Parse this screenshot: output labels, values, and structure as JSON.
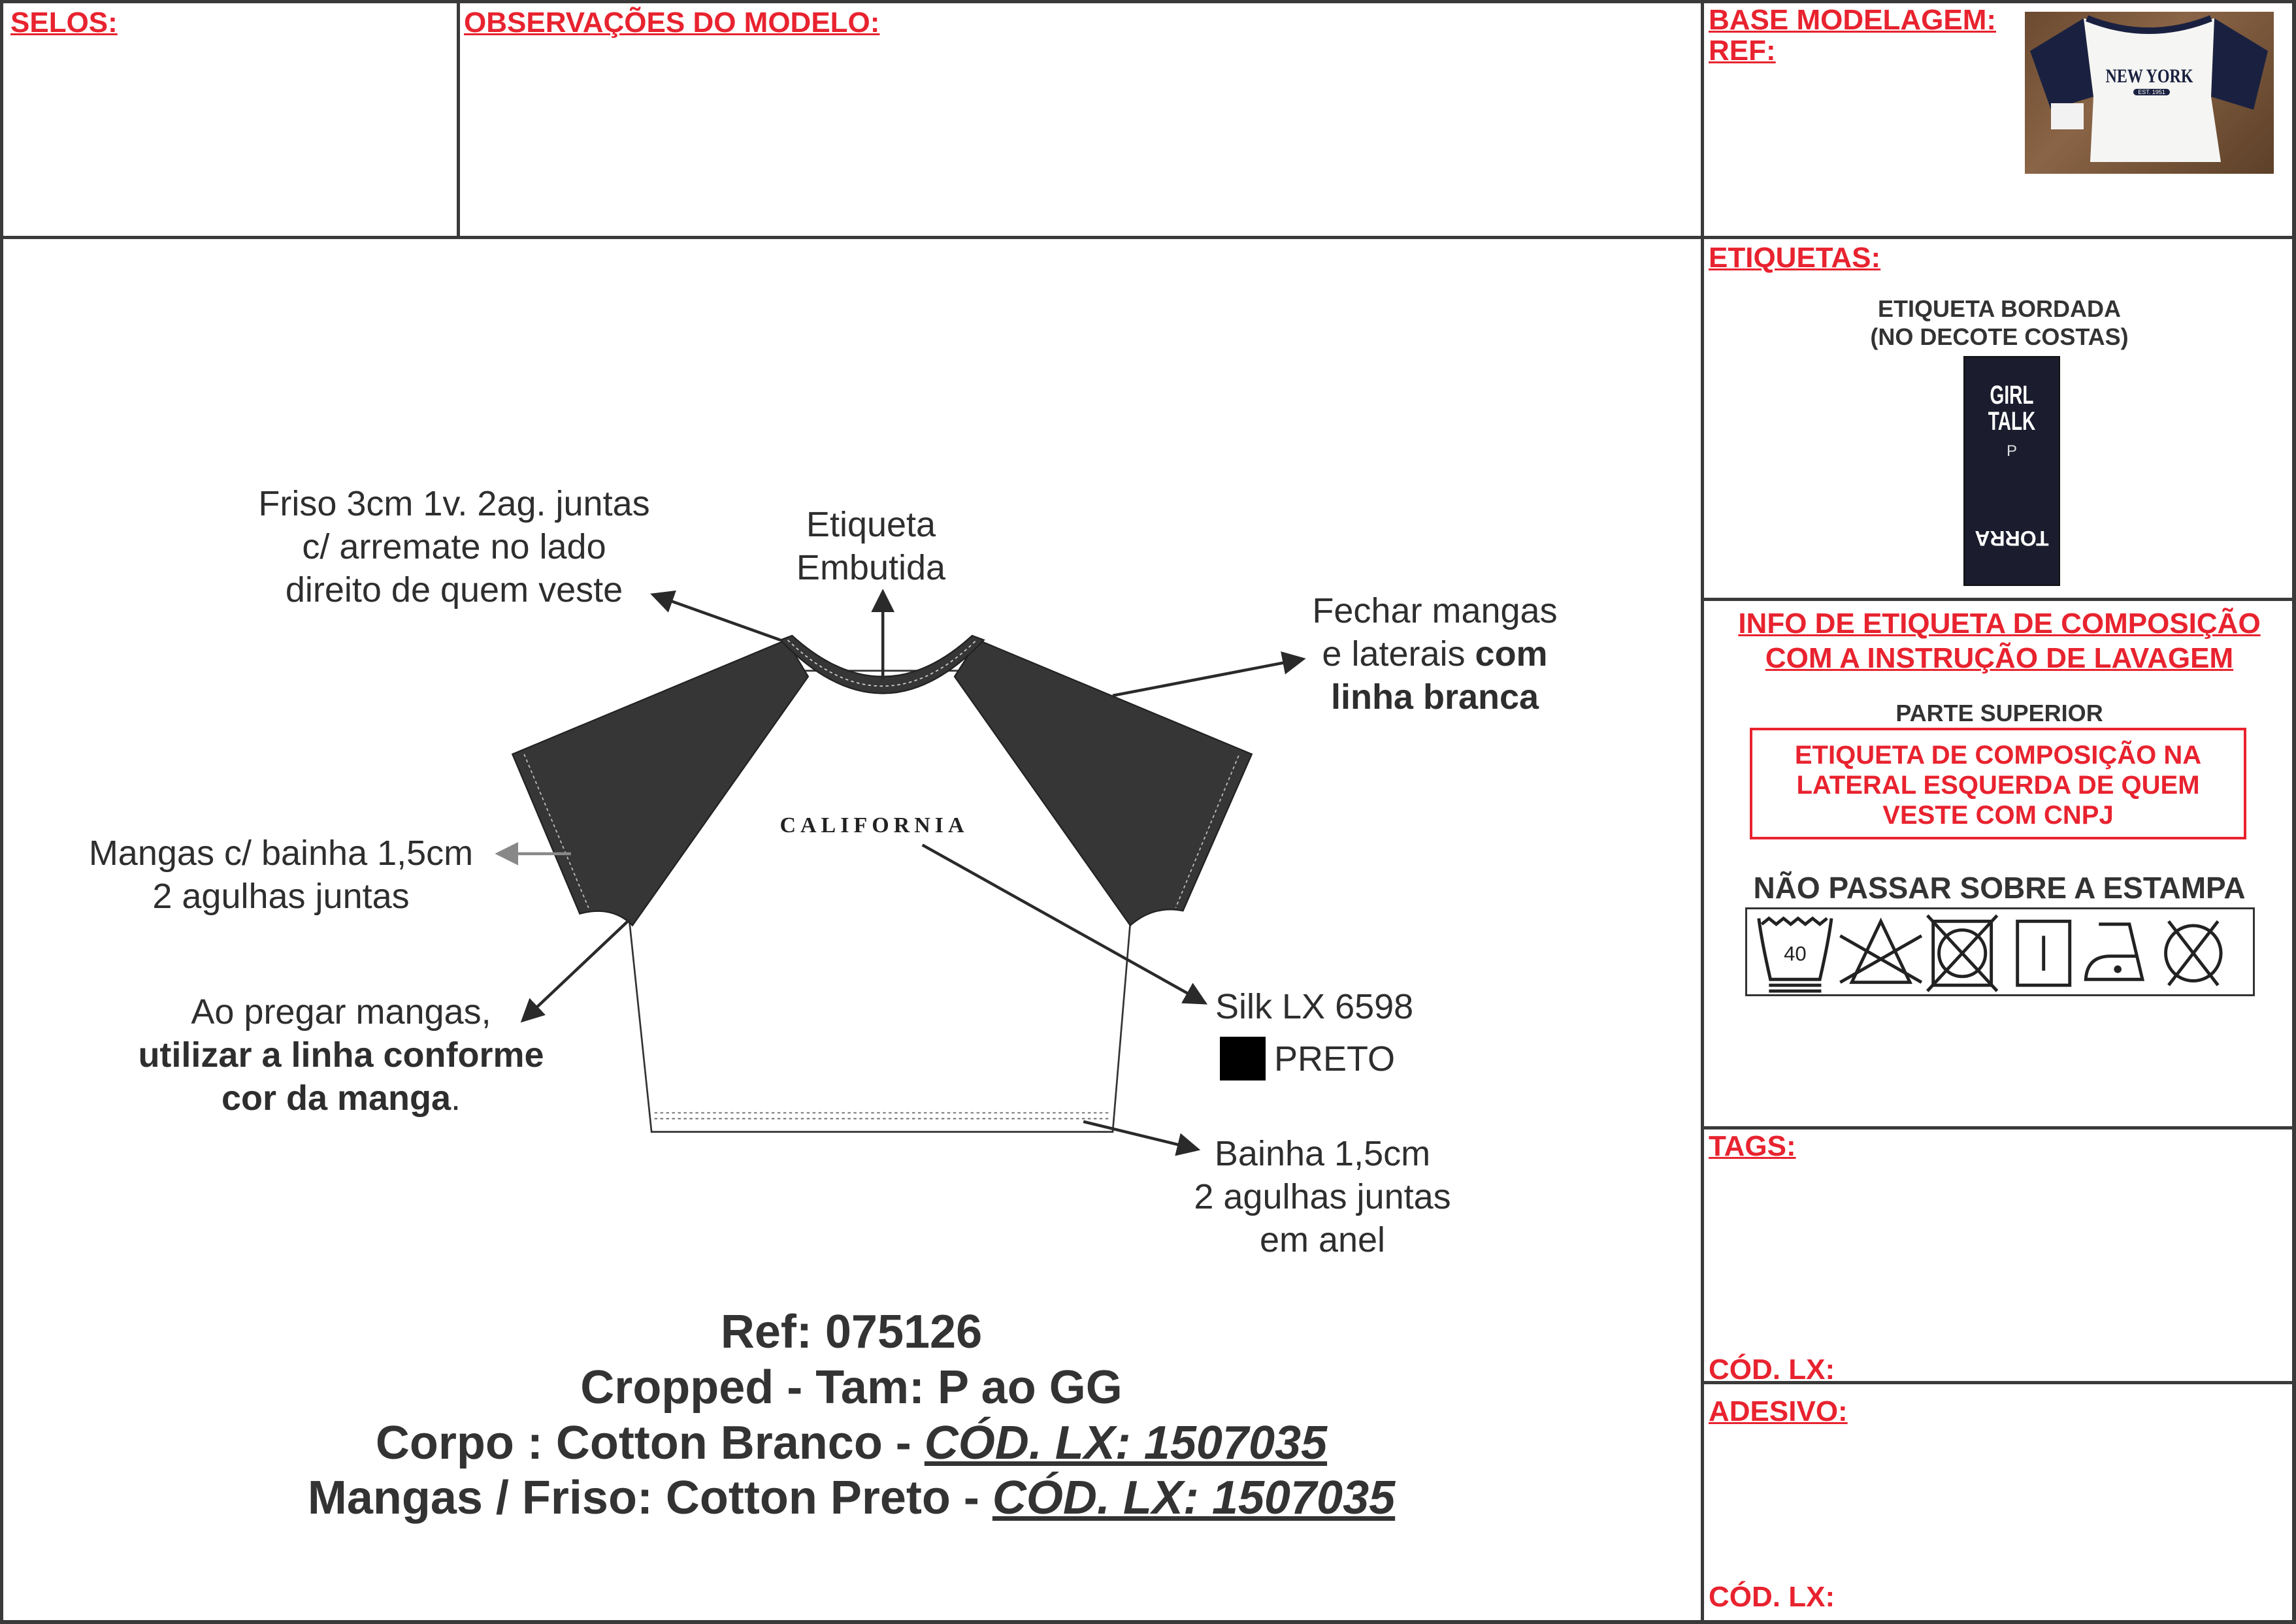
{
  "headers": {
    "selos": "SELOS:",
    "observacoes": "OBSERVAÇÕES DO MODELO:",
    "base_modelagem": "BASE MODELAGEM:",
    "ref": "REF:",
    "etiquetas": "ETIQUETAS:",
    "tags": "TAGS:",
    "cod_lx_tags": "CÓD. LX:",
    "adesivo": "ADESIVO:",
    "cod_lx_adesivo": "CÓD. LX:"
  },
  "reference_photo": {
    "print_text": "NEW YORK",
    "print_sub": "EST. 1951"
  },
  "etiquetas": {
    "line1": "ETIQUETA BORDADA",
    "line2": "(NO DECOTE COSTAS)",
    "label_brand_1": "GIRL",
    "label_brand_2": "TALK",
    "label_size": "P",
    "label_maker": "TORRA"
  },
  "composicao": {
    "title1": "INFO DE ETIQUETA DE COMPOSIÇÃO",
    "title2": "COM A INSTRUÇÃO DE LAVAGEM",
    "parte": "PARTE SUPERIOR",
    "box1": "ETIQUETA DE COMPOSIÇÃO NA",
    "box2": "LATERAL ESQUERDA DE QUEM",
    "box3": "VESTE COM CNPJ",
    "warning": "NÃO PASSAR SOBRE A ESTAMPA",
    "wash_temp": "40",
    "care_icons": [
      "wash-40-gentle",
      "no-bleach",
      "no-tumble-dry",
      "line-dry",
      "iron-low",
      "no-dry-clean"
    ]
  },
  "annotations": {
    "friso": [
      "Friso 3cm 1v. 2ag. juntas",
      "c/ arremate no lado",
      "direito de quem veste"
    ],
    "etiqueta": [
      "Etiqueta",
      "Embutida"
    ],
    "fechar": {
      "l1": "Fechar mangas",
      "l2a": "e laterais ",
      "l2b": "com",
      "l3": "linha branca"
    },
    "mangas": [
      "Mangas c/ bainha 1,5cm",
      "2 agulhas juntas"
    ],
    "pregar": {
      "l1": "Ao pregar mangas,",
      "l2": "utilizar a linha conforme",
      "l3a": "cor da manga",
      "l3b": "."
    },
    "silk": "Silk LX 6598",
    "silk_color": "PRETO",
    "silk_color_hex": "#000000",
    "bainha": [
      "Bainha 1,5cm",
      "2 agulhas juntas",
      "em anel"
    ],
    "print": "CALIFORNIA"
  },
  "specs": {
    "ref": "Ref: 075126",
    "model": "Cropped  -  Tam: P ao GG",
    "corpo_label": "Corpo : Cotton Branco - ",
    "corpo_code": "CÓD. LX: 1507035",
    "mangas_label": "Mangas / Friso: Cotton Preto - ",
    "mangas_code": "CÓD. LX: 1507035"
  },
  "colors": {
    "accent": "#e8232f",
    "sleeve": "#363636",
    "label_bg": "#1b1d2e"
  }
}
